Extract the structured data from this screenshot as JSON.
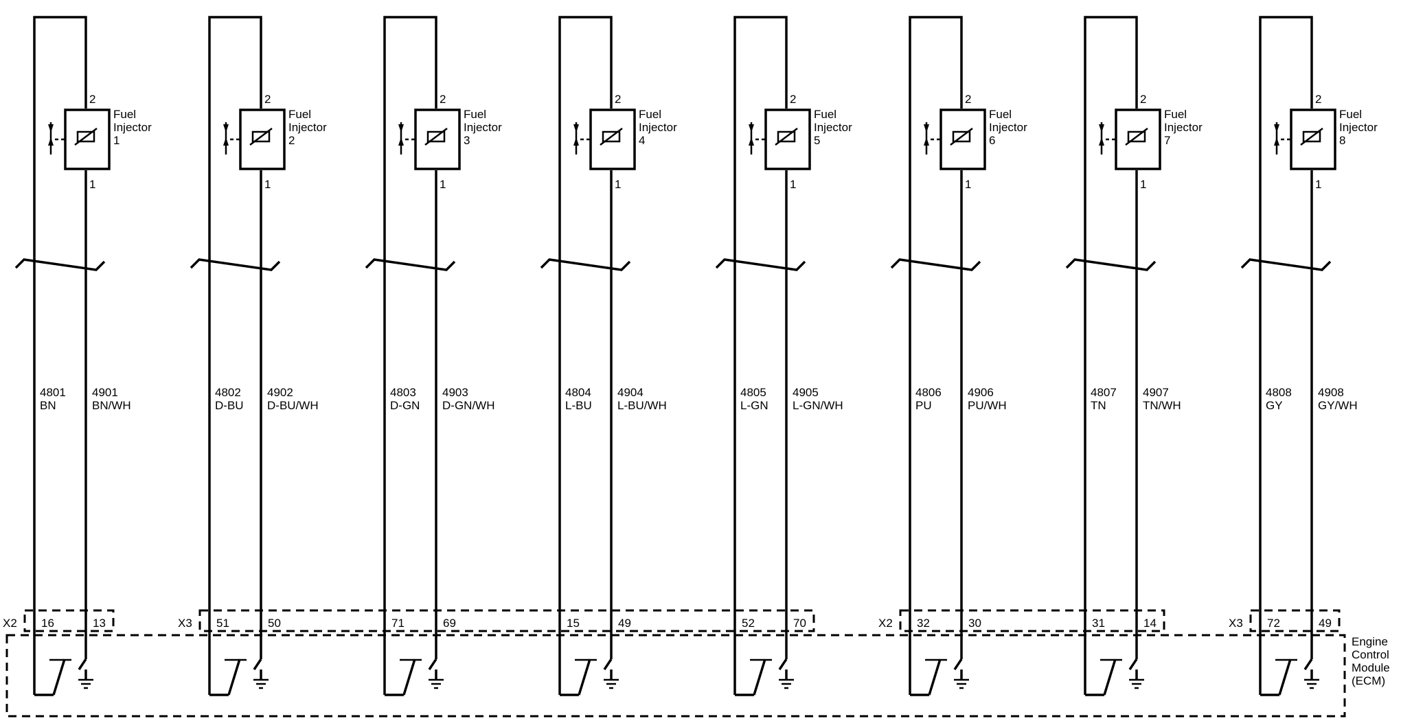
{
  "injectors": [
    {
      "label": [
        "Fuel",
        "Injector",
        "1"
      ],
      "pin_top": "2",
      "pin_bottom": "1",
      "circuit_a": "4801",
      "color_a": "BN",
      "circuit_b": "4901",
      "color_b": "BN/WH",
      "ecm_pin_a": "16",
      "ecm_pin_b": "13"
    },
    {
      "label": [
        "Fuel",
        "Injector",
        "2"
      ],
      "pin_top": "2",
      "pin_bottom": "1",
      "circuit_a": "4802",
      "color_a": "D-BU",
      "circuit_b": "4902",
      "color_b": "D-BU/WH",
      "ecm_pin_a": "51",
      "ecm_pin_b": "50"
    },
    {
      "label": [
        "Fuel",
        "Injector",
        "3"
      ],
      "pin_top": "2",
      "pin_bottom": "1",
      "circuit_a": "4803",
      "color_a": "D-GN",
      "circuit_b": "4903",
      "color_b": "D-GN/WH",
      "ecm_pin_a": "71",
      "ecm_pin_b": "69"
    },
    {
      "label": [
        "Fuel",
        "Injector",
        "4"
      ],
      "pin_top": "2",
      "pin_bottom": "1",
      "circuit_a": "4804",
      "color_a": "L-BU",
      "circuit_b": "4904",
      "color_b": "L-BU/WH",
      "ecm_pin_a": "15",
      "ecm_pin_b": "49"
    },
    {
      "label": [
        "Fuel",
        "Injector",
        "5"
      ],
      "pin_top": "2",
      "pin_bottom": "1",
      "circuit_a": "4805",
      "color_a": "L-GN",
      "circuit_b": "4905",
      "color_b": "L-GN/WH",
      "ecm_pin_a": "52",
      "ecm_pin_b": "70"
    },
    {
      "label": [
        "Fuel",
        "Injector",
        "6"
      ],
      "pin_top": "2",
      "pin_bottom": "1",
      "circuit_a": "4806",
      "color_a": "PU",
      "circuit_b": "4906",
      "color_b": "PU/WH",
      "ecm_pin_a": "32",
      "ecm_pin_b": "30"
    },
    {
      "label": [
        "Fuel",
        "Injector",
        "7"
      ],
      "pin_top": "2",
      "pin_bottom": "1",
      "circuit_a": "4807",
      "color_a": "TN",
      "circuit_b": "4907",
      "color_b": "TN/WH",
      "ecm_pin_a": "31",
      "ecm_pin_b": "14"
    },
    {
      "label": [
        "Fuel",
        "Injector",
        "8"
      ],
      "pin_top": "2",
      "pin_bottom": "1",
      "circuit_a": "4808",
      "color_a": "GY",
      "circuit_b": "4908",
      "color_b": "GY/WH",
      "ecm_pin_a": "72",
      "ecm_pin_b": "49"
    }
  ],
  "connectors": [
    {
      "name": "X2",
      "spans": [
        1,
        1
      ]
    },
    {
      "name": "X3",
      "spans": [
        2,
        5
      ]
    },
    {
      "name": "X2",
      "spans": [
        6,
        7
      ]
    },
    {
      "name": "X3",
      "spans": [
        8,
        8
      ]
    }
  ],
  "ecm_label": [
    "Engine",
    "Control",
    "Module",
    "(ECM)"
  ],
  "colors": {
    "line": "#000000",
    "background": "#ffffff"
  }
}
